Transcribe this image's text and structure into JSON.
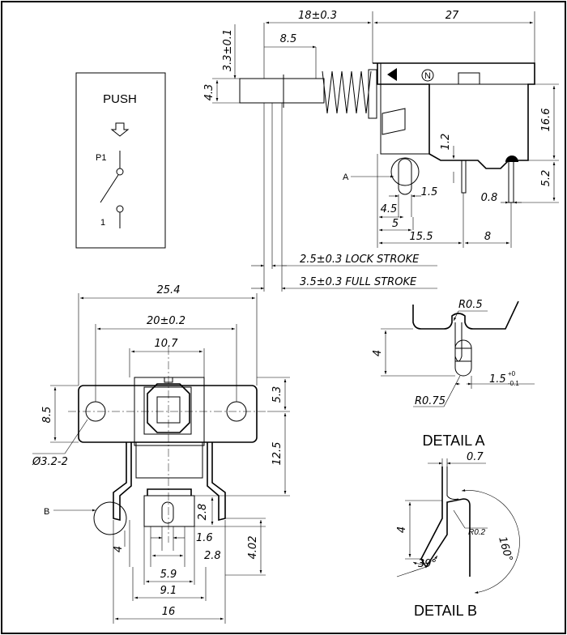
{
  "schematic": {
    "push_label": "PUSH",
    "pin_top_label": "P1",
    "pin_bottom_label": "1"
  },
  "side_view": {
    "dim_18": "18±0.3",
    "dim_27": "27",
    "dim_8_5": "8.5",
    "dim_3_3": "3.3±0.1",
    "dim_4_3": "4.3",
    "dim_16_6": "16.6",
    "dim_1_2": "1.2",
    "dim_5_2": "5.2",
    "dim_1_5": "1.5",
    "dim_0_8": "0.8",
    "dim_4_5": "4.5",
    "dim_5": "5",
    "dim_15_5": "15.5",
    "dim_8": "8",
    "lock_stroke": "2.5±0.3  LOCK  STROKE",
    "full_stroke": "3.5±0.3  FULL  STROKE",
    "callout_a": "A"
  },
  "front_view": {
    "dim_25_4": "25.4",
    "dim_20": "20±0.2",
    "dim_10_7": "10.7",
    "dim_8_5": "8.5",
    "dim_5_3": "5.3",
    "dim_12_5": "12.5",
    "dim_hole": "Ø3.2-2",
    "dim_2_8_v": "2.8",
    "dim_1_6": "1.6",
    "dim_2_8_h": "2.8",
    "dim_4": "4",
    "dim_4_02": "4.02",
    "dim_5_9": "5.9",
    "dim_9_1": "9.1",
    "dim_16": "16",
    "callout_b": "B"
  },
  "detail_a": {
    "title": "DETAIL A",
    "r_0_5": "R0.5",
    "dim_4": "4",
    "dim_1_5": "1.5",
    "tol_plus": "+0",
    "tol_minus": "-0.1",
    "r_0_75": "R0.75"
  },
  "detail_b": {
    "title": "DETAIL B",
    "dim_0_7": "0.7",
    "dim_4": "4",
    "r_0_2": "R0.2",
    "angle_160": "160°",
    "angle_39": "39°"
  }
}
